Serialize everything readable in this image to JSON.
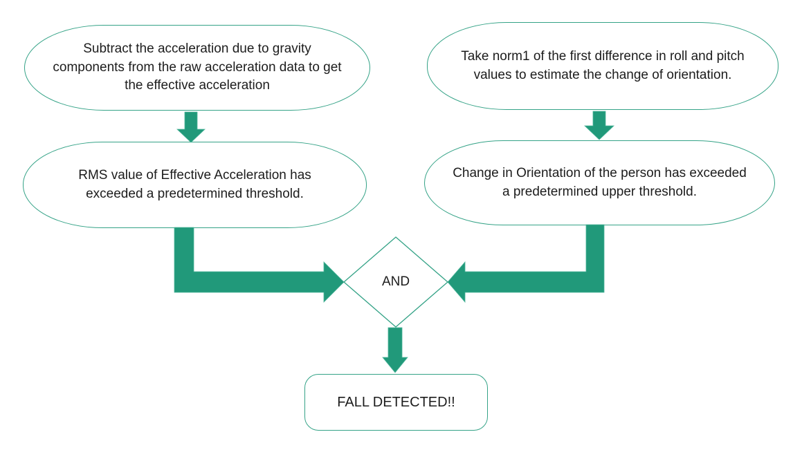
{
  "colors": {
    "arrow_fill": "#21997a",
    "shape_border": "#33a286",
    "text_color": "#1c1c1c",
    "bg": "#ffffff"
  },
  "flowchart": {
    "left_branch": {
      "step1": "Subtract the acceleration due to gravity components from the raw acceleration data to get the effective acceleration",
      "step2": "RMS value of Effective Acceleration has exceeded a predetermined threshold."
    },
    "right_branch": {
      "step1": "Take norm1 of the first difference in roll and pitch values to estimate the change of orientation.",
      "step2": "Change in Orientation of the person has exceeded a predetermined upper threshold."
    },
    "gate": {
      "label": "AND"
    },
    "result": {
      "label": "FALL DETECTED!!"
    }
  }
}
